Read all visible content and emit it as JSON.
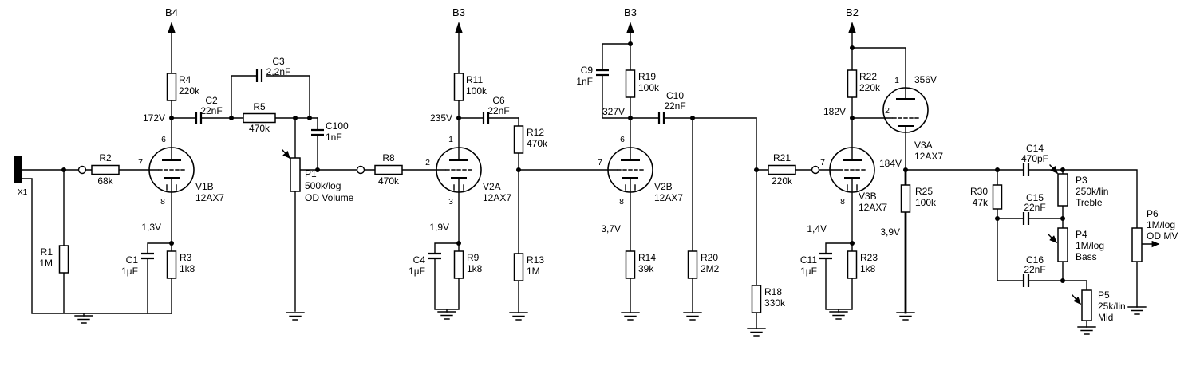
{
  "schematic": {
    "connector": {
      "ref": "X1"
    },
    "rails": {
      "b4": "B4",
      "b3_1": "B3",
      "b3_2": "B3",
      "b2": "B2"
    },
    "tubes": {
      "V1B": {
        "ref": "V1B",
        "type": "12AX7",
        "pin_plate": "6",
        "pin_grid": "7",
        "pin_cathode": "8"
      },
      "V2A": {
        "ref": "V2A",
        "type": "12AX7",
        "pin_plate": "1",
        "pin_grid": "2",
        "pin_cathode": "3"
      },
      "V2B": {
        "ref": "V2B",
        "type": "12AX7",
        "pin_plate": "6",
        "pin_grid": "7",
        "pin_cathode": "8"
      },
      "V3B": {
        "ref": "V3B",
        "type": "12AX7",
        "pin_grid": "7",
        "pin_cathode": "8"
      },
      "V3A": {
        "ref": "V3A",
        "type": "12AX7",
        "pin_plate": "1",
        "pin_grid": "2"
      }
    },
    "resistors": {
      "R1": {
        "ref": "R1",
        "value": "1M"
      },
      "R2": {
        "ref": "R2",
        "value": "68k"
      },
      "R3": {
        "ref": "R3",
        "value": "1k8"
      },
      "R4": {
        "ref": "R4",
        "value": "220k"
      },
      "R5": {
        "ref": "R5",
        "value": "470k"
      },
      "R8": {
        "ref": "R8",
        "value": "470k"
      },
      "R9": {
        "ref": "R9",
        "value": "1k8"
      },
      "R11": {
        "ref": "R11",
        "value": "100k"
      },
      "R12": {
        "ref": "R12",
        "value": "470k"
      },
      "R13": {
        "ref": "R13",
        "value": "1M"
      },
      "R14": {
        "ref": "R14",
        "value": "39k"
      },
      "R18": {
        "ref": "R18",
        "value": "330k"
      },
      "R19": {
        "ref": "R19",
        "value": "100k"
      },
      "R20": {
        "ref": "R20",
        "value": "2M2"
      },
      "R21": {
        "ref": "R21",
        "value": "220k"
      },
      "R22": {
        "ref": "R22",
        "value": "220k"
      },
      "R23": {
        "ref": "R23",
        "value": "1k8"
      },
      "R25": {
        "ref": "R25",
        "value": "100k"
      },
      "R30": {
        "ref": "R30",
        "value": "47k"
      }
    },
    "capacitors": {
      "C1": {
        "ref": "C1",
        "value": "1µF"
      },
      "C2": {
        "ref": "C2",
        "value": "22nF"
      },
      "C3": {
        "ref": "C3",
        "value": "2,2nF"
      },
      "C4": {
        "ref": "C4",
        "value": "1µF"
      },
      "C6": {
        "ref": "C6",
        "value": "22nF"
      },
      "C9": {
        "ref": "C9",
        "value": "1nF"
      },
      "C10": {
        "ref": "C10",
        "value": "22nF"
      },
      "C11": {
        "ref": "C11",
        "value": "1µF"
      },
      "C14": {
        "ref": "C14",
        "value": "470pF"
      },
      "C15": {
        "ref": "C15",
        "value": "22nF"
      },
      "C16": {
        "ref": "C16",
        "value": "22nF"
      },
      "C100": {
        "ref": "C100",
        "value": "1nF"
      }
    },
    "potentiometers": {
      "P1": {
        "ref": "P1",
        "value": "500k/log",
        "function": "OD Volume"
      },
      "P3": {
        "ref": "P3",
        "value": "250k/lin",
        "function": "Treble"
      },
      "P4": {
        "ref": "P4",
        "value": "1M/log",
        "function": "Bass"
      },
      "P5": {
        "ref": "P5",
        "value": "25k/lin",
        "function": "Mid"
      },
      "P6": {
        "ref": "P6",
        "value": "1M/log",
        "function": "OD MV"
      }
    },
    "voltages": {
      "v1b_plate": "172V",
      "v1b_cathode": "1,3V",
      "v2a_plate": "235V",
      "v2a_cathode": "1,9V",
      "v2b_plate": "327V",
      "v2b_cathode": "3,7V",
      "v3b_plate": "182V",
      "v3b_cathode": "1,4V",
      "v3a_plate": "356V",
      "v3a_cathode": "184V",
      "v3a_aux": "3,9V"
    }
  }
}
